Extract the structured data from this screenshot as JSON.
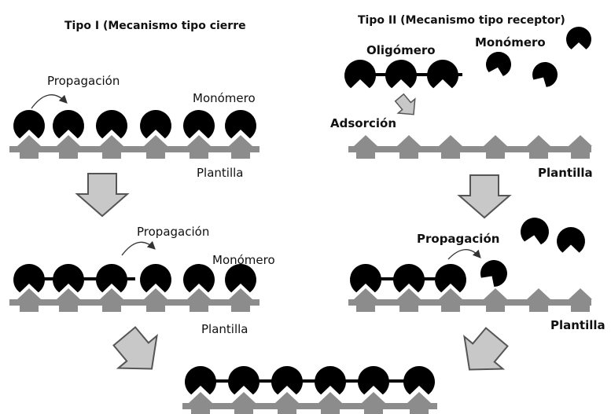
{
  "type_i": {
    "title": "Tipo I (Mecanismo tipo cierre",
    "propagation_1": "Propagación",
    "monomer_1": "Monómero",
    "template_1": "Plantilla",
    "propagation_2": "Propagación",
    "monomer_2": "Monómero",
    "template_2": "Plantilla"
  },
  "type_ii": {
    "title": "Tipo II (Mecanismo tipo receptor)",
    "oligomer": "Oligómero",
    "monomer": "Monómero",
    "adsorption": "Adsorción",
    "template_1": "Plantilla",
    "propagation": "Propagación",
    "template_2": "Plantilla"
  },
  "colors": {
    "particle": "#000000",
    "template": "#8c8c8c",
    "arrow_fill": "#c8c8c8",
    "arrow_stroke": "#555555"
  }
}
